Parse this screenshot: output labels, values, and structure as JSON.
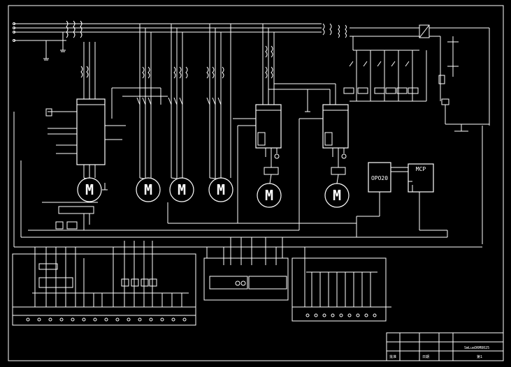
{
  "motors": [
    {
      "id": "m1",
      "letter": "M"
    },
    {
      "id": "m2",
      "letter": "M"
    },
    {
      "id": "m3",
      "letter": "M"
    },
    {
      "id": "m4",
      "letter": "M"
    },
    {
      "id": "m5",
      "letter": "M"
    },
    {
      "id": "m6",
      "letter": "M"
    }
  ],
  "blocks": {
    "opo20": "OPO20",
    "mcp": "MCP"
  },
  "title_block": {
    "drawing_name": "SmLueDRM8025",
    "approved_label": "批准",
    "date_label": "日期",
    "sheet_label": "第1"
  },
  "colors": {
    "background": "#000000",
    "lines": "#ffffff"
  }
}
